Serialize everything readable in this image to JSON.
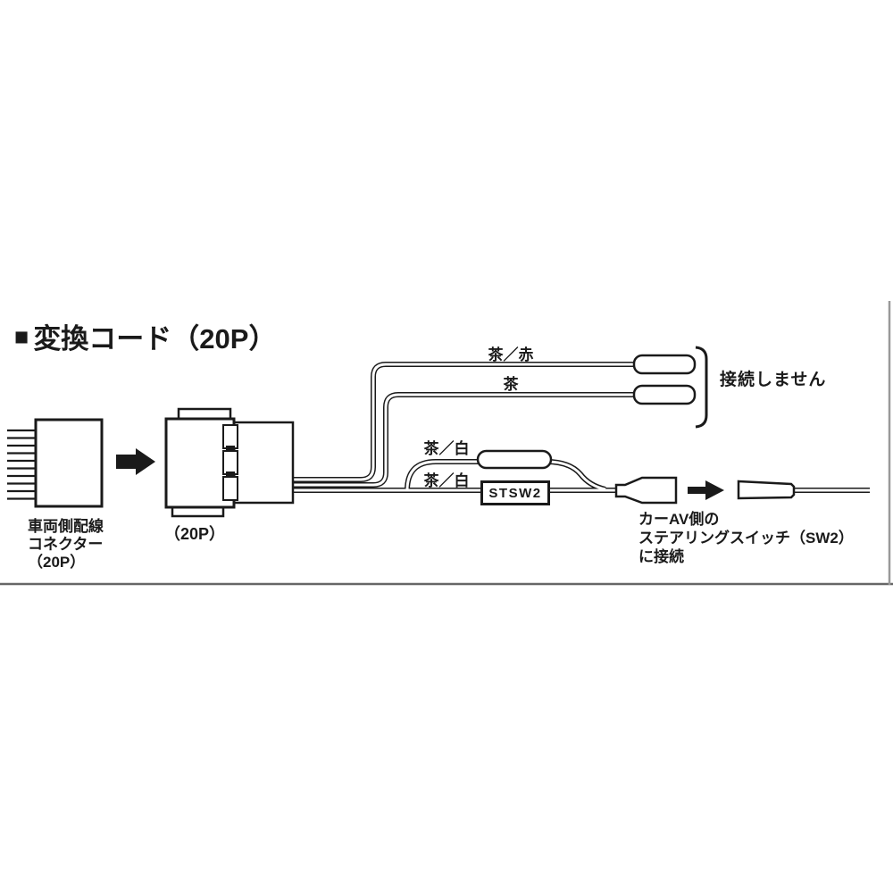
{
  "title": {
    "bullet": "■",
    "text": "変換コード（20P）"
  },
  "connectors": {
    "vehicle": {
      "label_lines": [
        "車両側配線",
        "コネクター",
        "（20P）"
      ]
    },
    "adapter": {
      "label": "（20P）"
    }
  },
  "wires": {
    "brown_red": "茶／赤",
    "brown": "茶",
    "brown_white_upper": "茶／白",
    "brown_white_lower": "茶／白"
  },
  "annotations": {
    "not_connected": "接続しません",
    "stsw2": "STSW2",
    "car_av_lines": [
      "カーAV側の",
      "ステアリングスイッチ（SW2）",
      "に接続"
    ]
  },
  "colors": {
    "line": "#1a1a1a",
    "frame_bottom": "#666666",
    "frame_right": "#999999"
  }
}
